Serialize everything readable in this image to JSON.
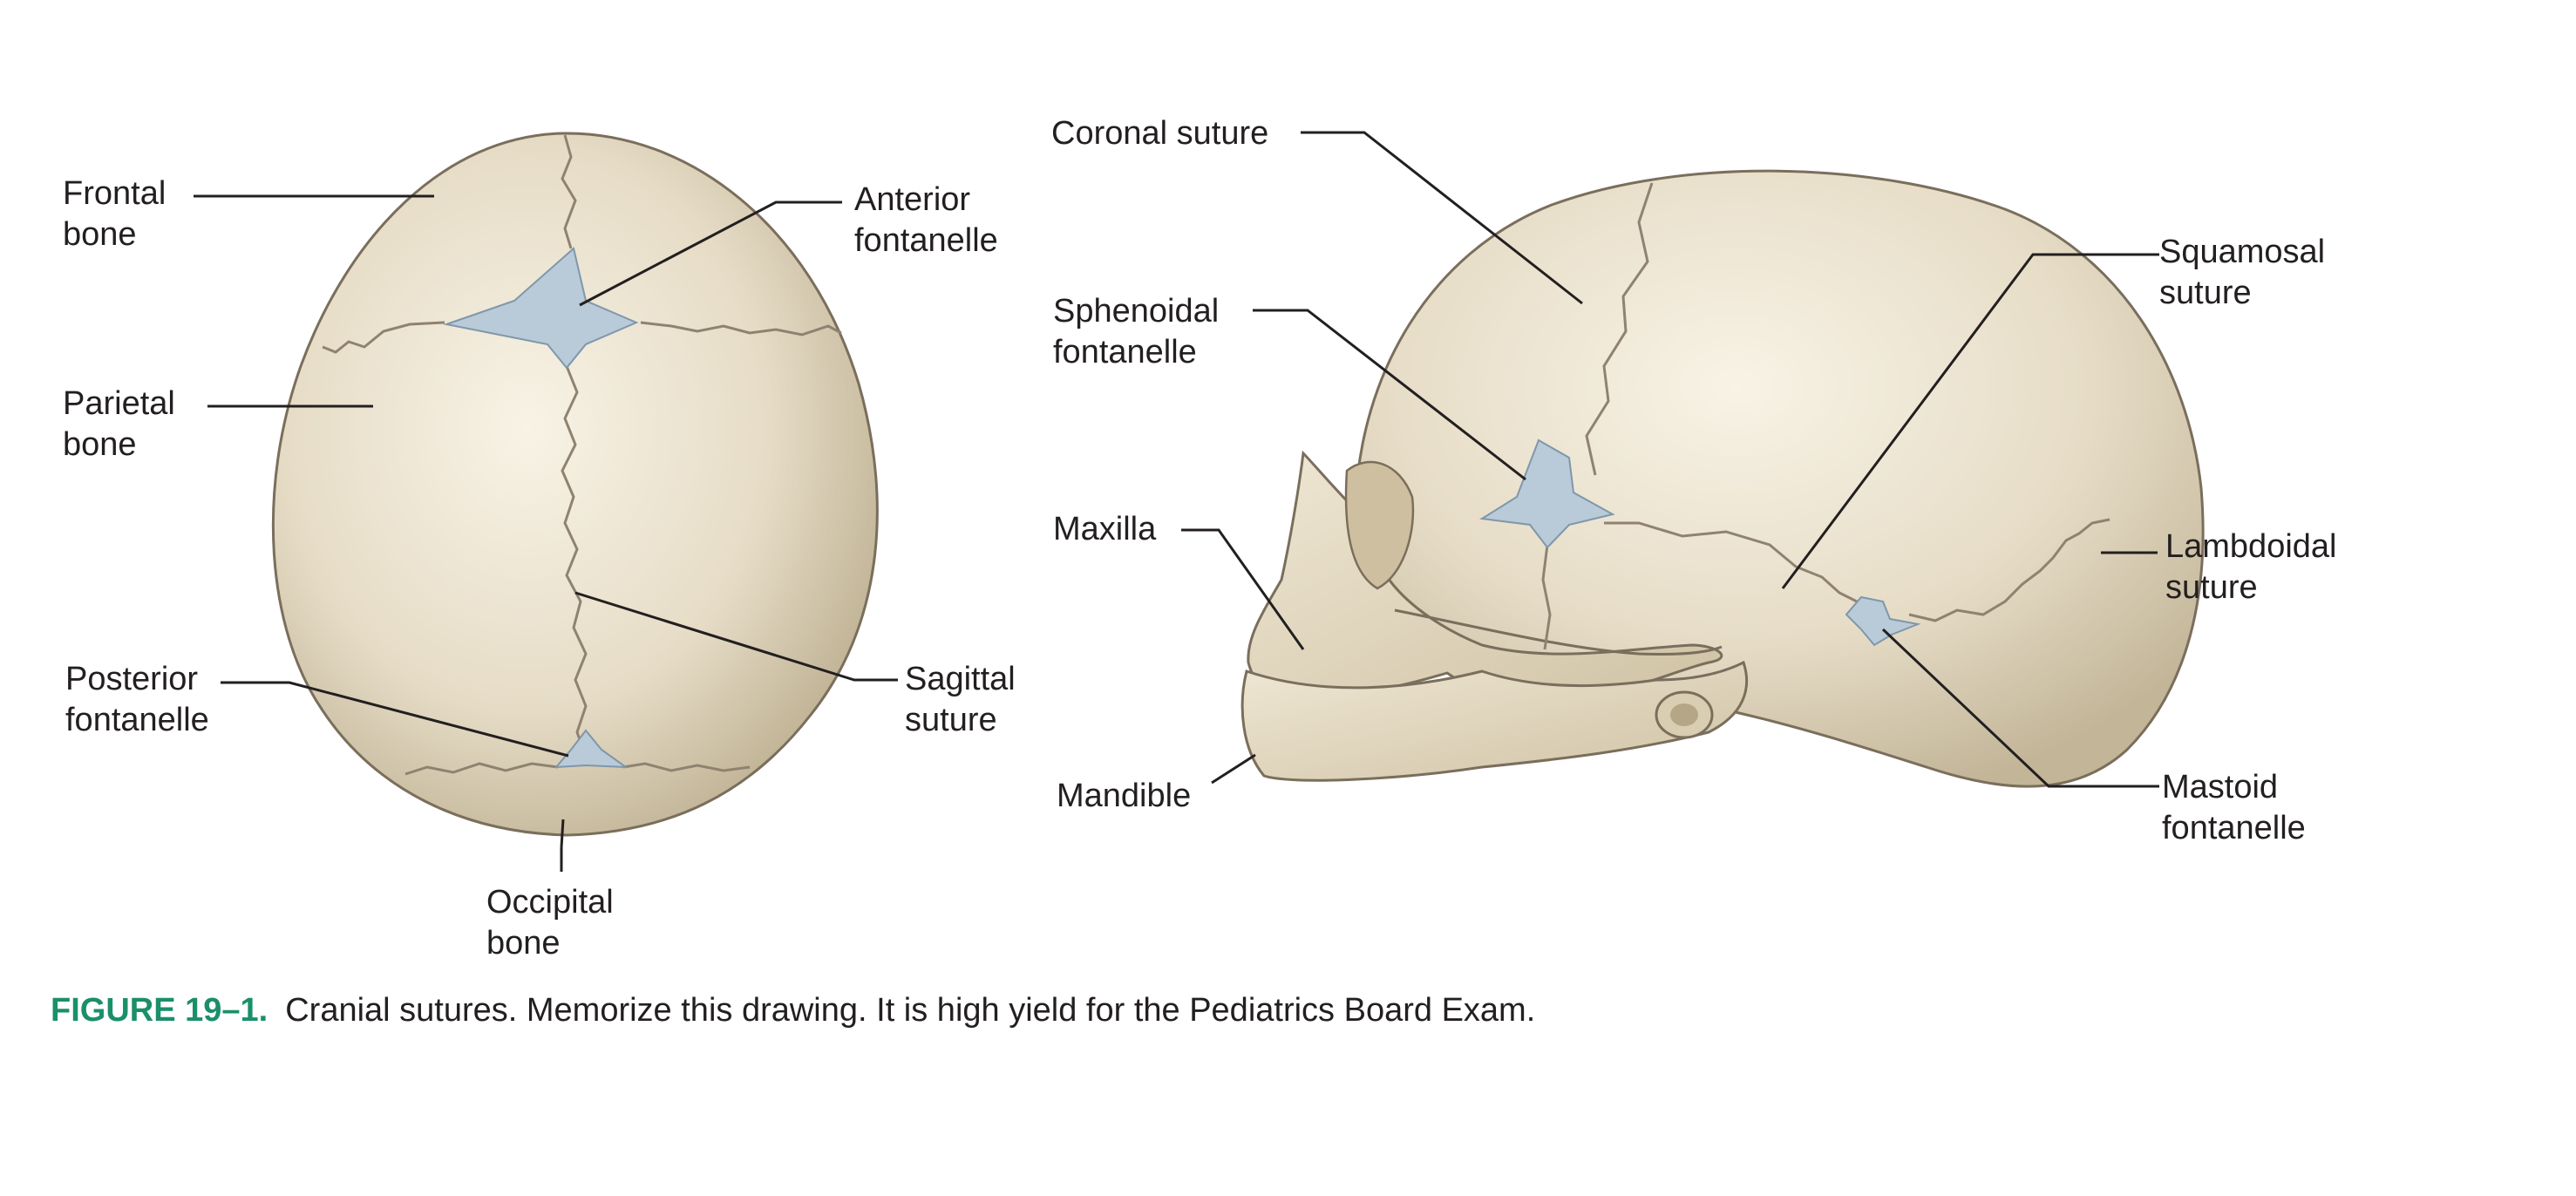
{
  "colors": {
    "bone": "#e6dcc6",
    "bone_shadow": "#c2b598",
    "fontanelle": "#b9cad8",
    "leader_line": "#231f20",
    "caption_number": "#1a8f6a"
  },
  "top_view": {
    "frontal_bone": [
      "Frontal",
      "bone"
    ],
    "parietal_bone": [
      "Parietal",
      "bone"
    ],
    "posterior_fontanelle": [
      "Posterior",
      "fontanelle"
    ],
    "anterior_fontanelle": [
      "Anterior",
      "fontanelle"
    ],
    "sagittal_suture": [
      "Sagittal",
      "suture"
    ],
    "occipital_bone": [
      "Occipital",
      "bone"
    ]
  },
  "side_view": {
    "coronal_suture": [
      "Coronal suture"
    ],
    "sphenoidal_fontanelle": [
      "Sphenoidal",
      "fontanelle"
    ],
    "maxilla": [
      "Maxilla"
    ],
    "mandible": [
      "Mandible"
    ],
    "squamosal_suture": [
      "Squamosal",
      "suture"
    ],
    "lambdoidal_suture": [
      "Lambdoidal",
      "suture"
    ],
    "mastoid_fontanelle": [
      "Mastoid",
      "fontanelle"
    ]
  },
  "caption": {
    "number": "FIGURE 19–1.",
    "text": "Cranial sutures. Memorize this drawing. It is high yield for the Pediatrics Board Exam."
  }
}
